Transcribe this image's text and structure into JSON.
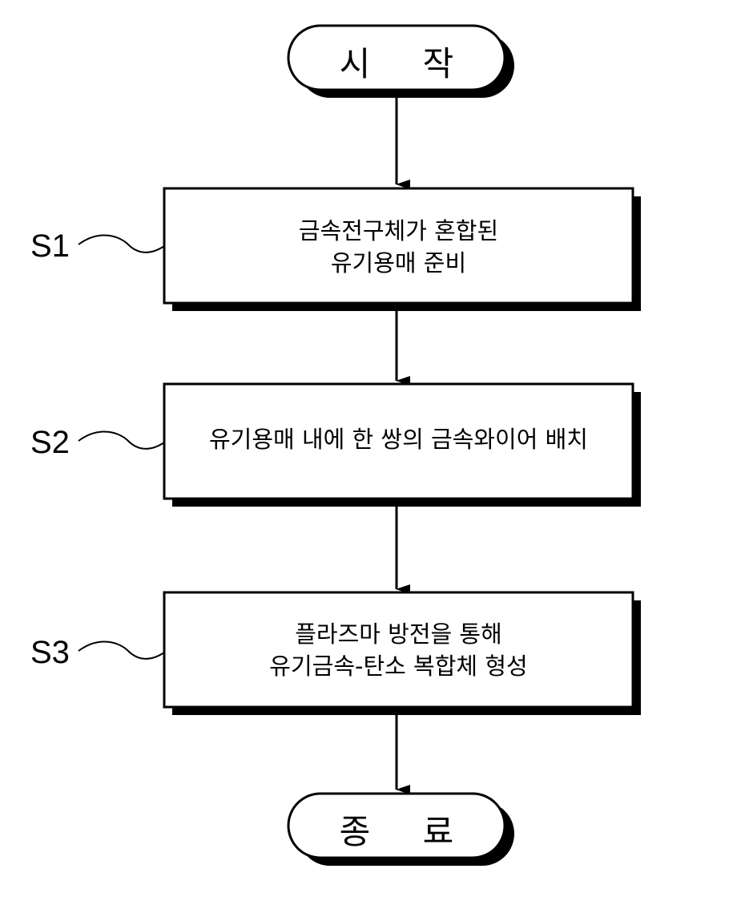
{
  "start": {
    "label": "시 작"
  },
  "end": {
    "label": "종 료"
  },
  "steps": [
    {
      "id": "S1",
      "text": "금속전구체가 혼합된\n유기용매 준비"
    },
    {
      "id": "S2",
      "text": "유기용매 내에 한 쌍의 금속와이어 배치"
    },
    {
      "id": "S3",
      "text": "플라즈마 방전을 통해\n유기금속-탄소 복합체 형성"
    }
  ]
}
